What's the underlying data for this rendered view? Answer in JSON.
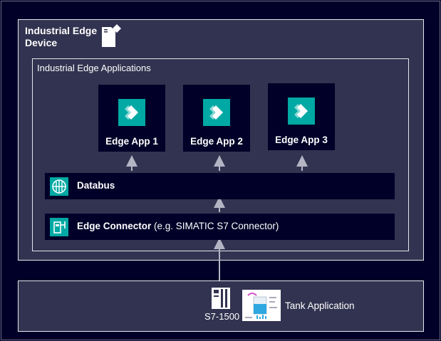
{
  "device": {
    "title_line1": "Industrial Edge",
    "title_line2": "Device",
    "icon": "edge-device-icon"
  },
  "applications_box": {
    "title": "Industrial Edge Applications",
    "apps": [
      {
        "label": "Edge App 1",
        "icon": "edge-app-icon"
      },
      {
        "label": "Edge App 2",
        "icon": "edge-app-icon"
      },
      {
        "label": "Edge App 3",
        "icon": "edge-app-icon"
      }
    ]
  },
  "databus": {
    "label": "Databus",
    "icon": "databus-icon"
  },
  "connector": {
    "label_bold": "Edge Connector",
    "label_rest": " (e.g. SIMATIC S7 Connector)",
    "icon": "connector-icon"
  },
  "plant": {
    "plc_label": "S7-1500",
    "plc_icon": "plc-icon",
    "hmi_icon": "tank-hmi-icon",
    "tank_label": "Tank Application"
  },
  "colors": {
    "background": "#000028",
    "panel": "#323350",
    "accent": "#00a9a4",
    "border": "#e6e6ef",
    "arrow": "#9a9aae"
  }
}
